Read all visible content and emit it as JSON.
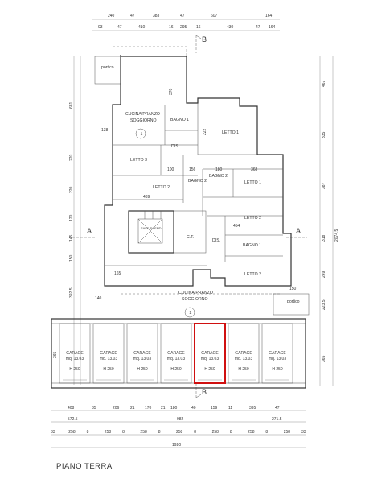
{
  "title": "PIANO TERRA",
  "section_marks": {
    "b": "B",
    "a": "A"
  },
  "units": {
    "u1": "1",
    "u2": "2"
  },
  "dims_top_row1": [
    "240",
    "47",
    "383",
    "47",
    "607",
    "164"
  ],
  "dims_top_row2": [
    "93",
    "47",
    "410",
    "16",
    "295",
    "16",
    "430",
    "47",
    "164"
  ],
  "dims_right_outer": [
    "467",
    "335",
    "387",
    "318",
    "249",
    "223.5",
    "365"
  ],
  "dim_right_total": "2074.5",
  "dims_left": [
    "681",
    "220",
    "220",
    "120",
    "145",
    "150",
    "392.5",
    "365"
  ],
  "dims_bottom_row1": [
    "408",
    "35",
    "206",
    "21",
    "170",
    "21",
    "180",
    "40",
    "159",
    "11",
    "395",
    "47"
  ],
  "dims_bottom_row2": [
    "572.5",
    "982",
    "271.5"
  ],
  "dims_bottom_row3": [
    "33",
    "258",
    "8",
    "258",
    "8",
    "258",
    "8",
    "258",
    "8",
    "258",
    "8",
    "258",
    "8",
    "258",
    "33"
  ],
  "dim_bottom_total": "1920",
  "rooms": {
    "portico_nw": "portico",
    "cucina1": "CUCINA/PRANZO",
    "soggiorno1": "SOGGIORNO",
    "bagno1_u1": "BAGNO 1",
    "letto1_u1": "LETTO 1",
    "dis1": "DIS.",
    "letto3": "LETTO 3",
    "letto2_u1": "LETTO 2",
    "bagno2_u1": "BAGNO 2",
    "bagno2_u2": "BAGNO 2",
    "letto1_u2": "LETTO 1",
    "letto2_u2": "LETTO 2",
    "bagno1_u2": "BAGNO 1",
    "letto2b_u2": "LETTO 2",
    "ct": "C.T.",
    "dis2": "DIS.",
    "stair": "SALE-SCEND.",
    "cucina2": "CUCINA/PRANZO",
    "soggiorno2": "SOGGIORNO",
    "portico_se": "portico"
  },
  "room_dims": [
    "370",
    "222",
    "138",
    "100",
    "156",
    "180",
    "368",
    "439",
    "454",
    "165",
    "140",
    "150"
  ],
  "garages": [
    {
      "name": "GARAGE",
      "area": "mq. 13.03",
      "height": "H 250"
    },
    {
      "name": "GARAGE",
      "area": "mq. 13.03",
      "height": "H 250"
    },
    {
      "name": "GARAGE",
      "area": "mq. 13.03",
      "height": "H 250"
    },
    {
      "name": "GARAGE",
      "area": "mq. 13.03",
      "height": "H 250"
    },
    {
      "name": "GARAGE",
      "area": "mq. 13.03",
      "height": "H 250"
    },
    {
      "name": "GARAGE",
      "area": "mq. 13.03",
      "height": "H 250"
    },
    {
      "name": "GARAGE",
      "area": "mq. 13.03",
      "height": "H 250"
    }
  ],
  "highlighted_garage": 4,
  "colors": {
    "highlight": "#d01010",
    "line": "#333333"
  }
}
